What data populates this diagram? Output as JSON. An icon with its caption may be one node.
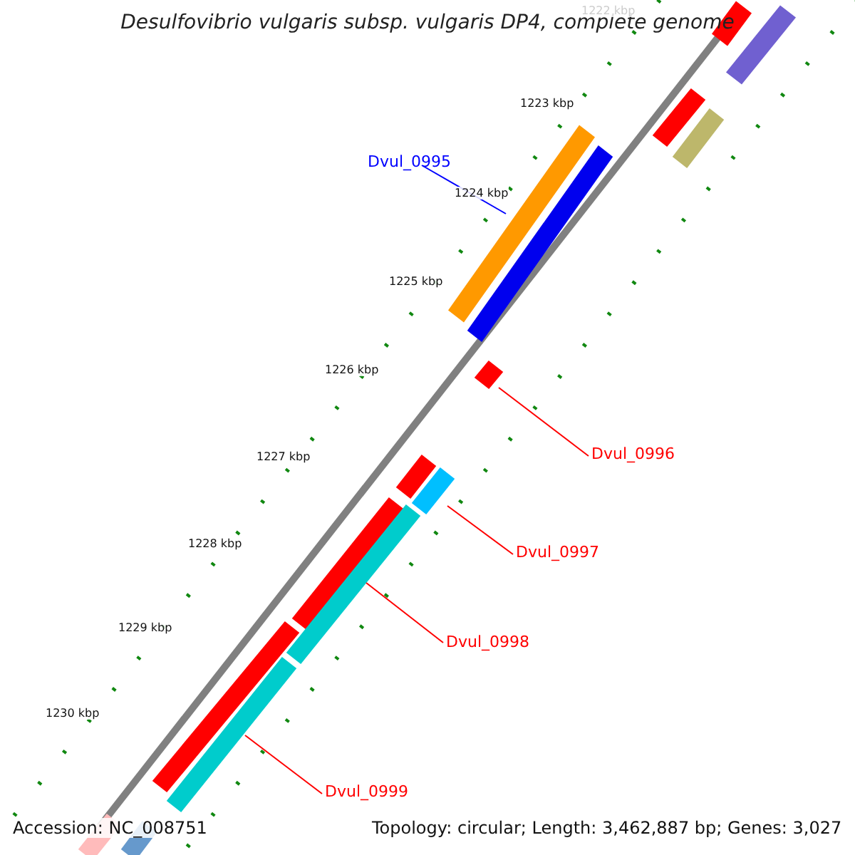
{
  "diagram": {
    "title": "Desulfovibrio vulgaris subsp. vulgaris DP4, complete genome",
    "nodes": [
      {
        "text": [
          "Dvul_0995"
        ]
      },
      {
        "text": [],
        "shape": "bar"
      },
      {
        "text": [
          "Dvul_0996"
        ]
      },
      {
        "text": [],
        "shape": "bar"
      },
      {
        "text": [
          "Dvul_0997"
        ]
      },
      {
        "text": [],
        "shape": "bar"
      },
      {
        "text": [
          "Dvul_0998"
        ]
      },
      {
        "text": [],
        "shape": "bar"
      },
      {
        "text": [
          "Dvul_0999"
        ]
      },
      {
        "text": [],
        "shape": "bar"
      }
    ],
    "edges": [
      {
        "from": 0,
        "to": 1,
        "arrow": "none",
        "color": "#0000ff"
      },
      {
        "from": 2,
        "to": 3,
        "arrow": "none"
      },
      {
        "from": 4,
        "to": 5,
        "arrow": "none"
      },
      {
        "from": 6,
        "to": 7,
        "arrow": "none"
      },
      {
        "from": 8,
        "to": 9,
        "arrow": "none"
      }
    ],
    "labels": [
      "1222 kbp",
      "1223 kbp",
      "1224 kbp",
      "1225 kbp",
      "1226 kbp",
      "1227 kbp",
      "1228 kbp",
      "1229 kbp",
      "1230 kbp",
      "Accession: NC_008751",
      "Topology: circular; Length: 3,462,887 bp; Genes: 3,027"
    ]
  }
}
